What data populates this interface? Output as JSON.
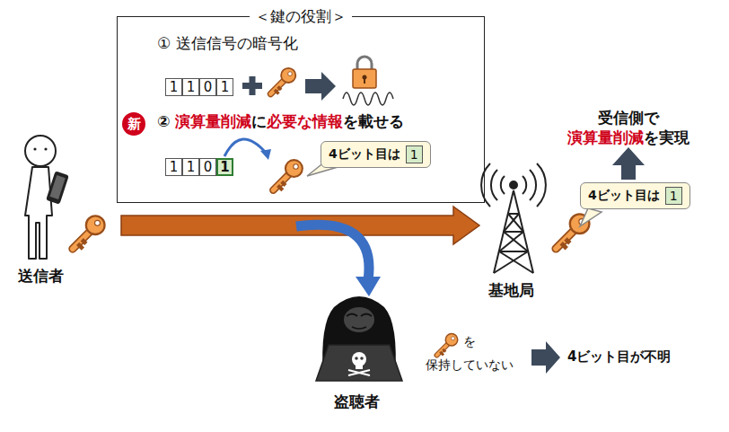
{
  "diagram": {
    "nodes": [
      {
        "text": [
          "＜鍵の役割＞"
        ]
      },
      {
        "text": [
          "1"
        ],
        "in": 0
      },
      {
        "text": [
          "1"
        ],
        "in": 0
      },
      {
        "text": [
          "0"
        ],
        "in": 0
      },
      {
        "text": [
          "1"
        ],
        "in": 0
      },
      {
        "text": [
          "新"
        ],
        "in": 0
      },
      {
        "text": [
          "1"
        ],
        "in": 0
      },
      {
        "text": [
          "1"
        ],
        "in": 0
      },
      {
        "text": [
          "0"
        ],
        "in": 0
      },
      {
        "text": [
          "1"
        ],
        "in": 0
      },
      {
        "text": [
          "4ビット目は"
        ],
        "in": 0
      },
      {
        "text": [
          "1"
        ],
        "in": 10
      },
      {
        "text": [
          "4ビット目は"
        ]
      },
      {
        "text": [
          "1"
        ],
        "in": 12
      }
    ],
    "labels": [
      "①",
      "送信信号の暗号化",
      "②",
      "演算量削減",
      "に",
      "必要な情報",
      "を載せる",
      "受信側で",
      "演算量削減",
      "を実現",
      "送信者",
      "基地局",
      "盗聴者",
      "を",
      "保持していない",
      "4ビット目が不明"
    ]
  }
}
